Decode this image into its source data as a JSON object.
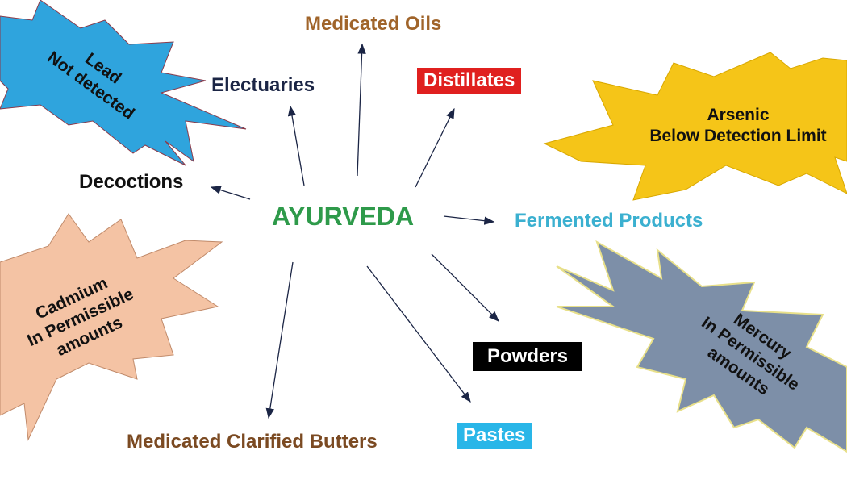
{
  "center": {
    "label": "AYURVEDA",
    "color": "#2e9a4a"
  },
  "products": [
    {
      "id": "medicated-oils",
      "label": "Medicated Oils",
      "color": "#a0642a"
    },
    {
      "id": "electuaries",
      "label": "Electuaries",
      "color": "#1b2545"
    },
    {
      "id": "distillates",
      "label": "Distillates",
      "bg": "#e0201f"
    },
    {
      "id": "decoctions",
      "label": "Decoctions",
      "color": "#111111"
    },
    {
      "id": "fermented-products",
      "label": "Fermented Products",
      "color": "#3bb0d0"
    },
    {
      "id": "powders",
      "label": "Powders",
      "bg": "#000000"
    },
    {
      "id": "pastes",
      "label": "Pastes",
      "bg": "#29b6e8"
    },
    {
      "id": "medicated-clarified-butters",
      "label": "Medicated Clarified Butters",
      "color": "#7b4a22"
    }
  ],
  "metals": [
    {
      "id": "lead",
      "line1": "Lead",
      "line2": "Not detected",
      "color": "#2fa4dd"
    },
    {
      "id": "arsenic",
      "line1": "Arsenic",
      "line2": "Below Detection Limit",
      "color": "#f5c518"
    },
    {
      "id": "cadmium",
      "line1": "Cadmium",
      "line2": "In Permissible",
      "line3": "amounts",
      "color": "#f4c3a4"
    },
    {
      "id": "mercury",
      "line1": "Mercury",
      "line2": "In Permissible",
      "line3": "amounts",
      "color": "#7d8fa8"
    }
  ]
}
